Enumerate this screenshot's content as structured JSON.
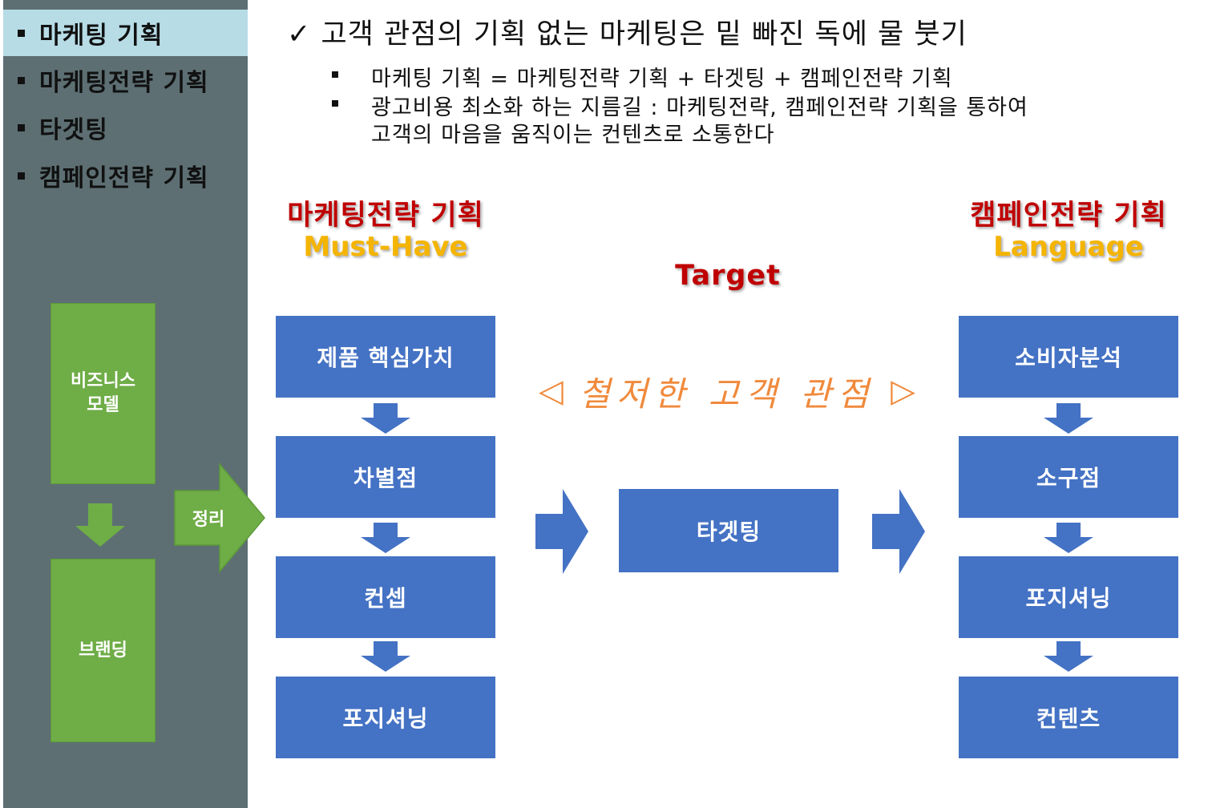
{
  "sidebar": {
    "items": [
      {
        "label": "마케팅 기획",
        "active": true
      },
      {
        "label": "마케팅전략 기획",
        "active": false
      },
      {
        "label": "타겟팅",
        "active": false
      },
      {
        "label": "캠페인전략 기획",
        "active": false
      }
    ],
    "flow": {
      "box1": "비즈니스\n모델",
      "box2": "브랜딩",
      "arrow_label": "정리"
    }
  },
  "header": {
    "headline": "✓ 고객 관점의 기획 없는 마케팅은 밑 빠진 독에 물 붓기",
    "bullets": [
      "마케팅 기획 = 마케팅전략 기획 + 타겟팅 + 캠페인전략 기획",
      "광고비용 최소화 하는 지름길 : 마케팅전략, 캠페인전략 기획을 통하여",
      "고객의 마음을 움직이는 컨텐츠로 소통한다"
    ]
  },
  "left_column": {
    "title": "마케팅전략 기획",
    "subtitle": "Must-Have",
    "steps": [
      "제품 핵심가치",
      "차별점",
      "컨셉",
      "포지셔닝"
    ]
  },
  "center_column": {
    "title": "Target",
    "banner": "철저한 고객 관점",
    "banner_left": "◁",
    "banner_right": "▷",
    "box": "타겟팅"
  },
  "right_column": {
    "title": "캠페인전략 기획",
    "subtitle": "Language",
    "steps": [
      "소비자분석",
      "소구점",
      "포지셔닝",
      "컨텐츠"
    ]
  },
  "colors": {
    "sidebar_bg": "#5d6f73",
    "active_nav_bg": "#b7dce6",
    "box_blue": "#4472c4",
    "box_green": "#6fad47",
    "title_red": "#c00000",
    "subtitle_gold": "#f4b400",
    "banner_orange": "#f08a3c"
  }
}
